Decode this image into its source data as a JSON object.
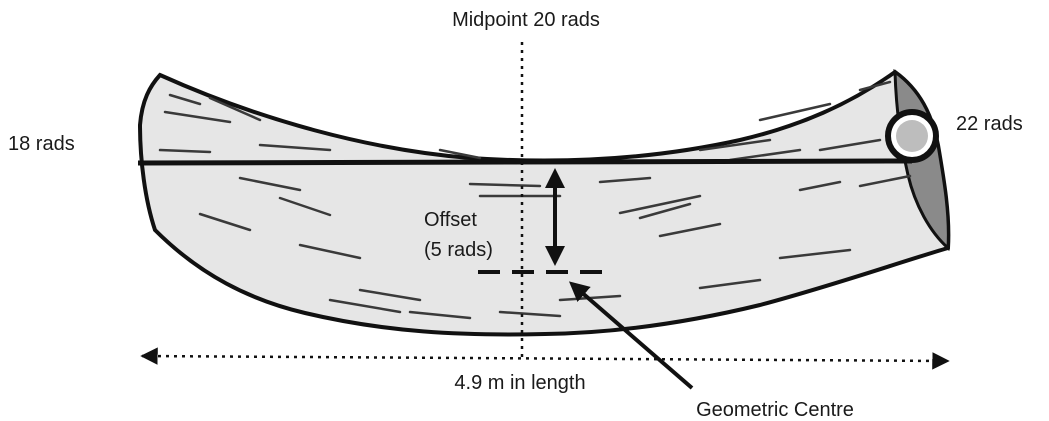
{
  "labels": {
    "midpoint": "Midpoint 20 rads",
    "left_end": "18 rads",
    "right_end": "22 rads",
    "offset_line1": "Offset",
    "offset_line2": "(5 rads)",
    "length": "4.9 m in length",
    "geometric_centre": "Geometric Centre"
  },
  "colors": {
    "outline": "#111111",
    "log_fill": "#e6e6e6",
    "bark_marks": "#3a3a3a",
    "end_face": "#8a8a8a",
    "pith_circle": "#bdbdbd"
  }
}
